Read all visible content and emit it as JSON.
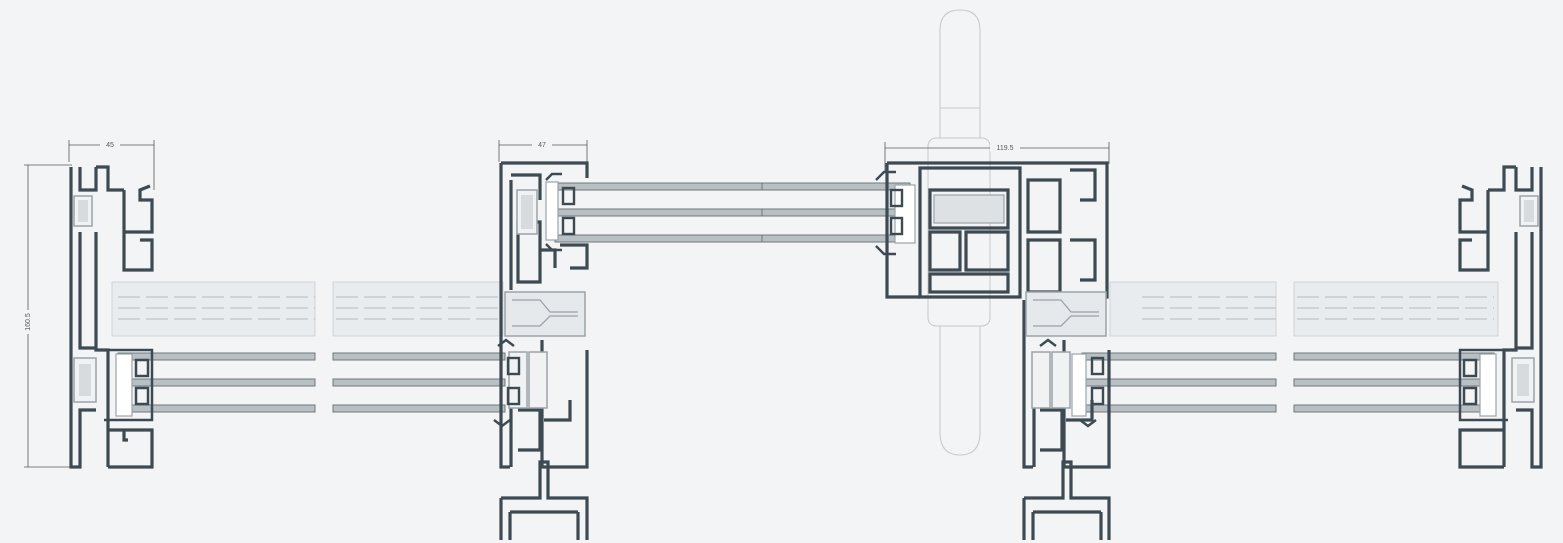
{
  "colors": {
    "background": "#f3f4f6",
    "profile": "#3e4a52",
    "profile_light": "#9aa3a9",
    "glass_edge": "#8f979c",
    "glass_fill": "#b9c0c4",
    "insulation_fill": "#dde1e4",
    "handle_outline": "#c4c8cb",
    "dimension": "#555b60"
  },
  "dimensions": {
    "left_frame_width": "45",
    "sash_width": "47",
    "center_mullion_width": "119.5",
    "overall_height": "160.5"
  }
}
